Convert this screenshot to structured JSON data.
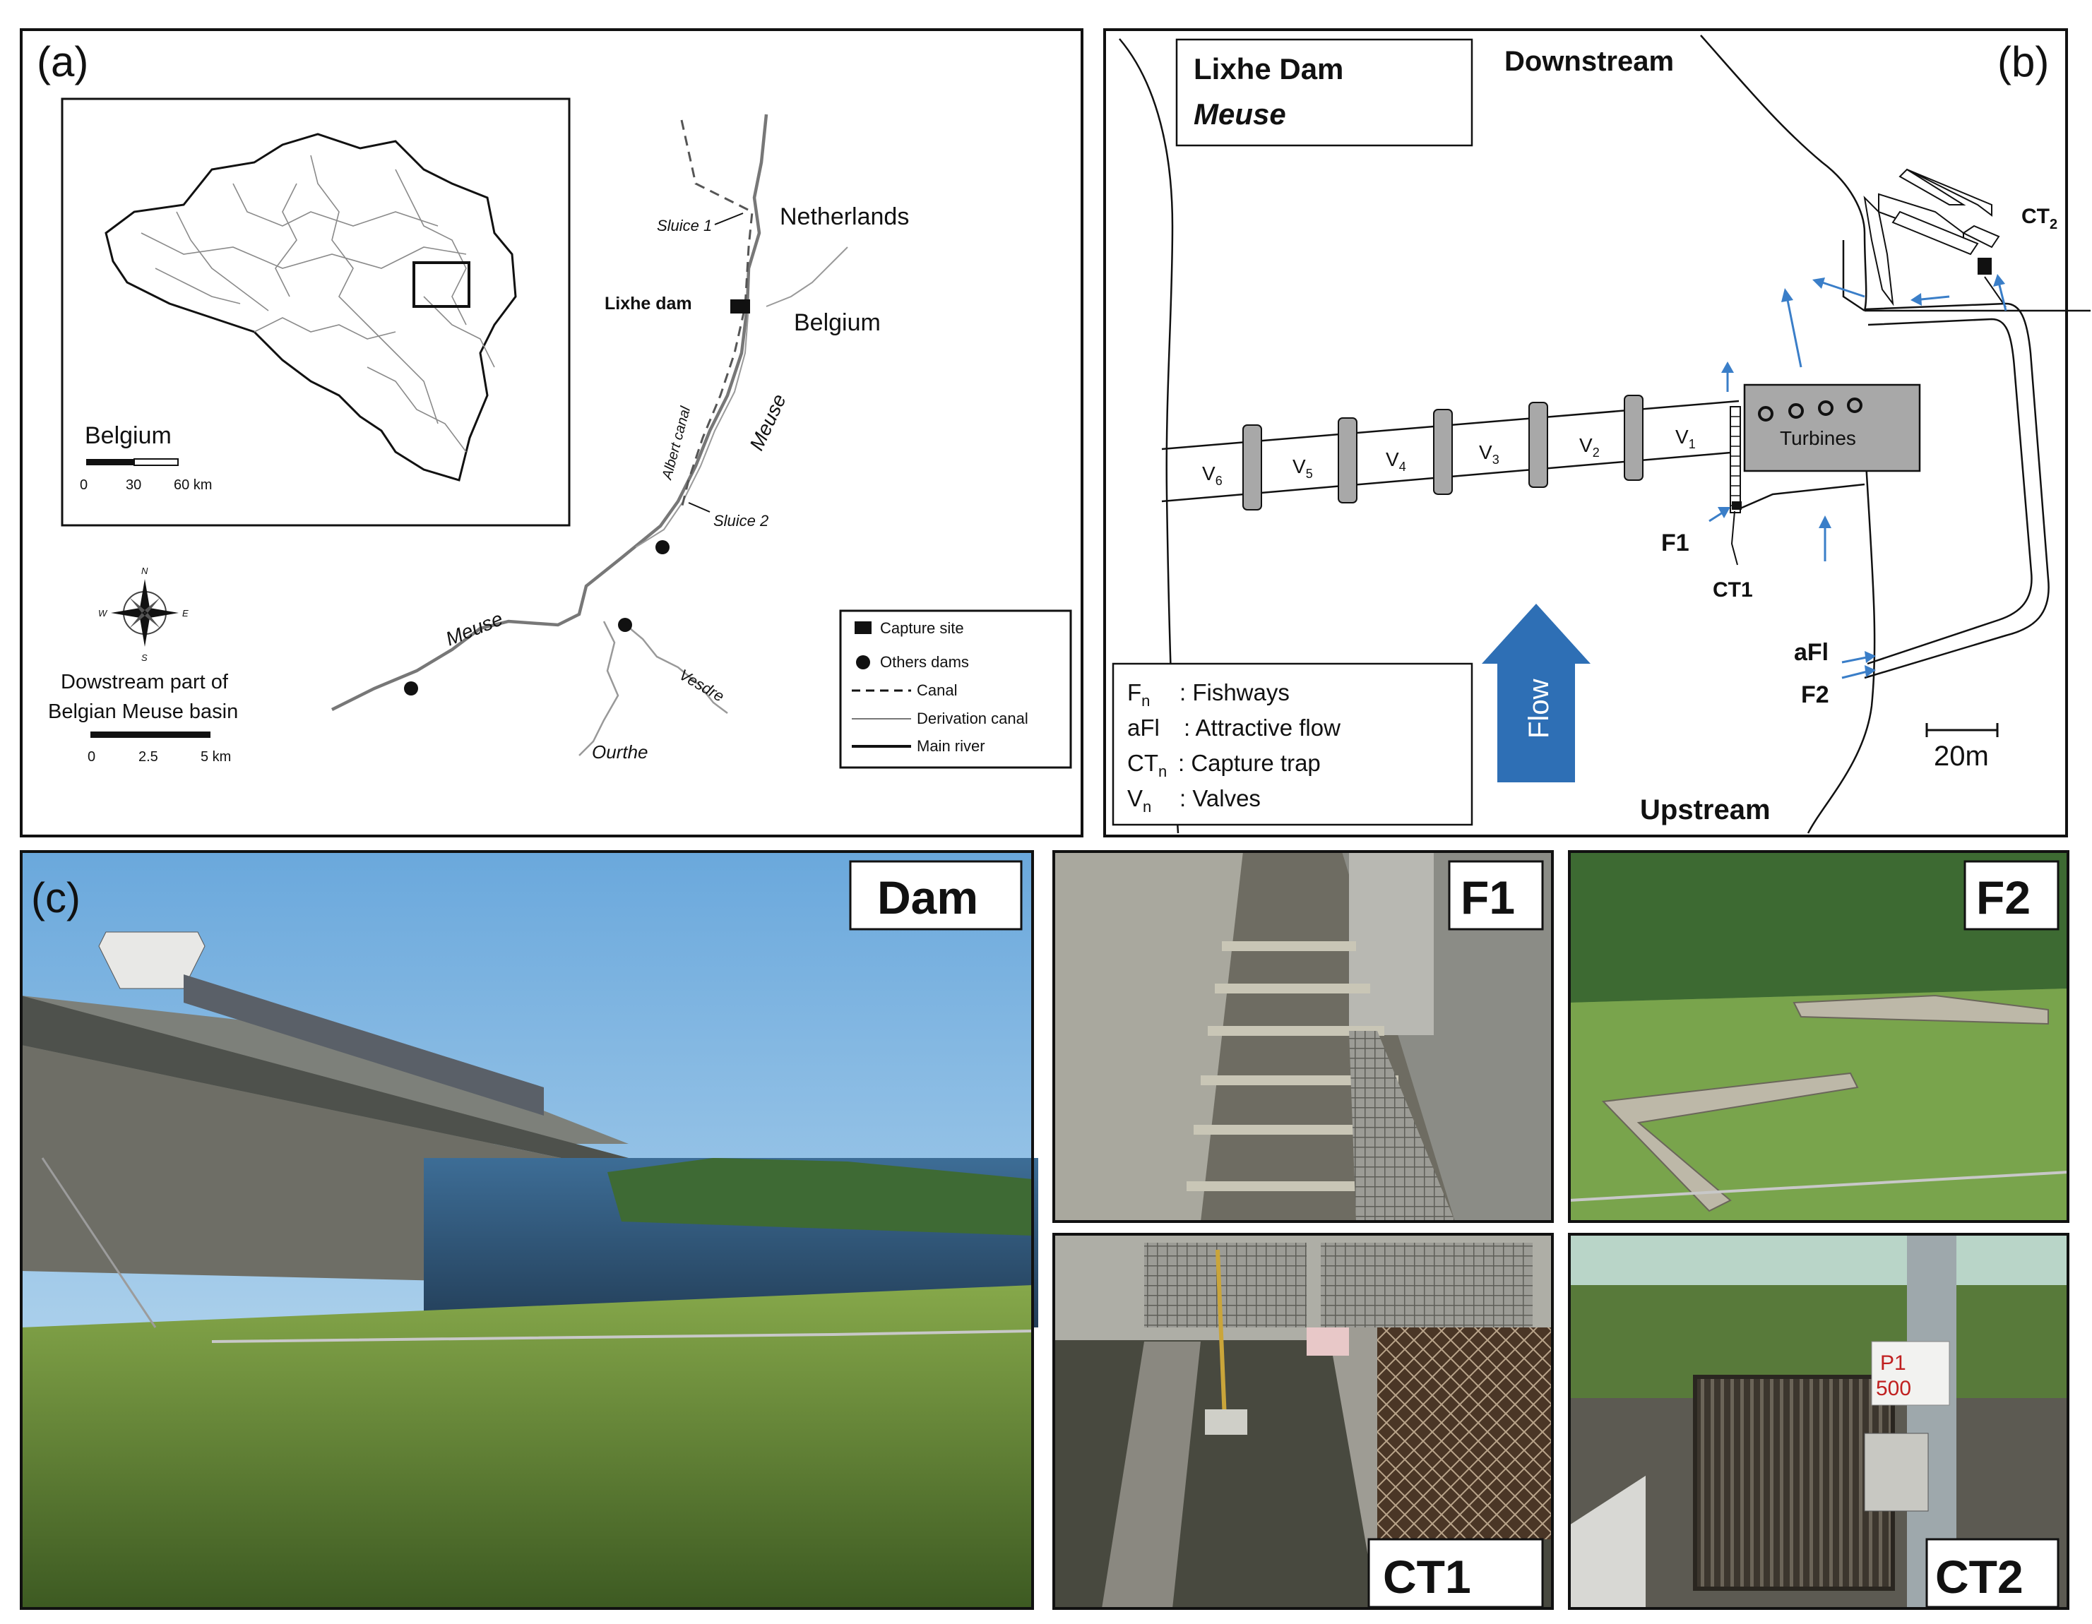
{
  "panel_a": {
    "label": "(a)",
    "inset": {
      "country": "Belgium",
      "scale_ticks": [
        "0",
        "30",
        "60 km"
      ]
    },
    "places": {
      "netherlands": "Netherlands",
      "belgium": "Belgium",
      "lixhe_dam": "Lixhe dam",
      "sluice1": "Sluice 1",
      "sluice2": "Sluice 2",
      "albert_canal": "Albert canal",
      "meuse_upper": "Meuse",
      "meuse_lower": "Meuse",
      "ourthe": "Ourthe",
      "vesdre": "Vesdre"
    },
    "compass": {
      "n": "N",
      "s": "S",
      "e": "E",
      "w": "W"
    },
    "caption_line1": "Dowstream part of",
    "caption_line2": "Belgian Meuse basin",
    "scale_ticks": [
      "0",
      "2.5",
      "5 km"
    ],
    "legend": {
      "capture_site": "Capture site",
      "other_dams": "Others dams",
      "canal": "Canal",
      "derivation_canal": "Derivation canal",
      "main_river": "Main river"
    }
  },
  "panel_b": {
    "label": "(b)",
    "title_line1": "Lixhe Dam",
    "title_line2": "Meuse",
    "downstream": "Downstream",
    "upstream": "Upstream",
    "valves": [
      {
        "base": "V",
        "sub": "6"
      },
      {
        "base": "V",
        "sub": "5"
      },
      {
        "base": "V",
        "sub": "4"
      },
      {
        "base": "V",
        "sub": "3"
      },
      {
        "base": "V",
        "sub": "2"
      },
      {
        "base": "V",
        "sub": "1"
      }
    ],
    "turbines": "Turbines",
    "f1": "F1",
    "ct1": "CT1",
    "ct2_base": "CT",
    "ct2_sub": "2",
    "afl": "aFl",
    "f2": "F2",
    "flow": "Flow",
    "scale": "20m",
    "legend": [
      {
        "term": "F",
        "sub": "n",
        "desc": ": Fishways"
      },
      {
        "term": "aFl",
        "sub": "",
        "desc": ": Attractive flow"
      },
      {
        "term": "CT",
        "sub": "n",
        "desc": ": Capture trap"
      },
      {
        "term": "V",
        "sub": "n",
        "desc": ": Valves"
      }
    ],
    "colors": {
      "arrow": "#3a7ec8",
      "flow_arrow": "#2e6fb5",
      "structure": "#a8a8a8"
    }
  },
  "panel_c": {
    "label": "(c)",
    "photos": {
      "dam": "Dam",
      "f1": "F1",
      "f2": "F2",
      "ct1": "CT1",
      "ct2": "CT2"
    },
    "sign_line1": "P1",
    "sign_line2": "500"
  }
}
